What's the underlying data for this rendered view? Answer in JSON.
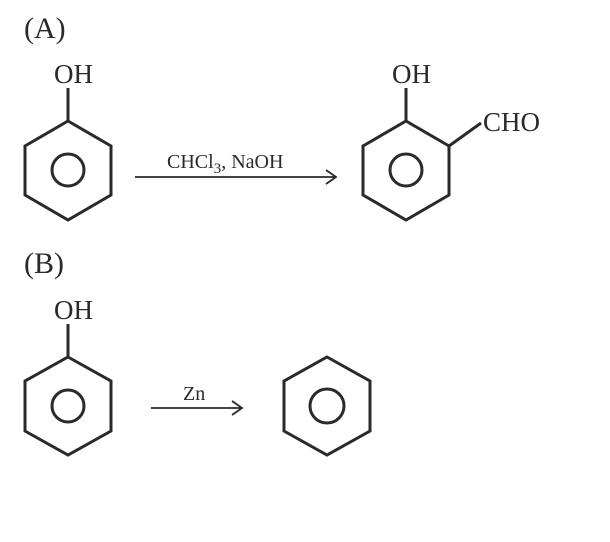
{
  "reactions": [
    {
      "label": "(A)",
      "reactant_substituent": "OH",
      "reagent_main": "CHCl",
      "reagent_subscript": "3",
      "reagent_rest": ", NaOH",
      "product_substituents": [
        "OH",
        "CHO"
      ]
    },
    {
      "label": "(B)",
      "reactant_substituent": "OH",
      "reagent": "Zn"
    }
  ]
}
